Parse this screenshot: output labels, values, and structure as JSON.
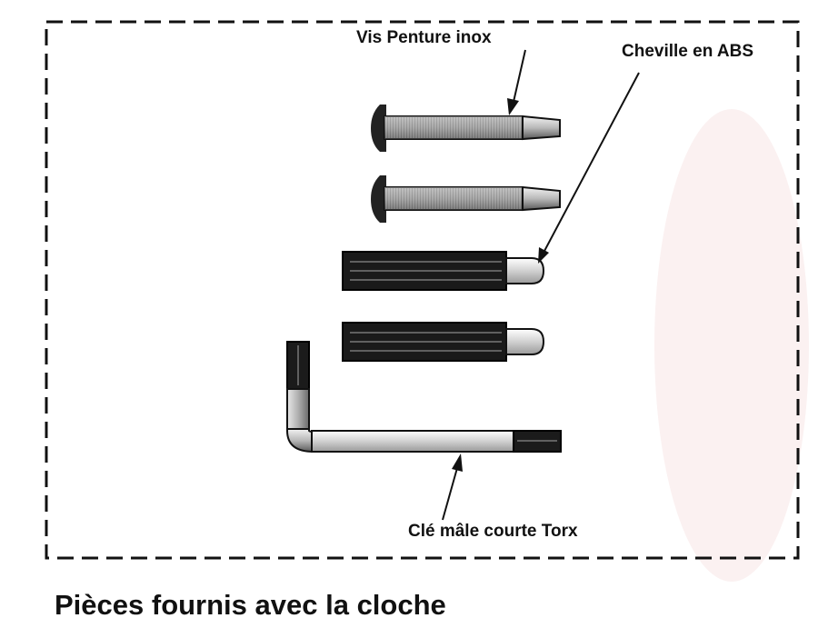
{
  "labels": {
    "vis": "Vis Penture inox",
    "cheville": "Cheville en ABS",
    "cle": "Clé mâle courte Torx"
  },
  "title": "Pièces fournis avec la cloche",
  "colors": {
    "frame": "#111111",
    "metal": "#bdbdbd",
    "dark": "#1a1a1a",
    "background_tint": "#fbf1f1"
  }
}
